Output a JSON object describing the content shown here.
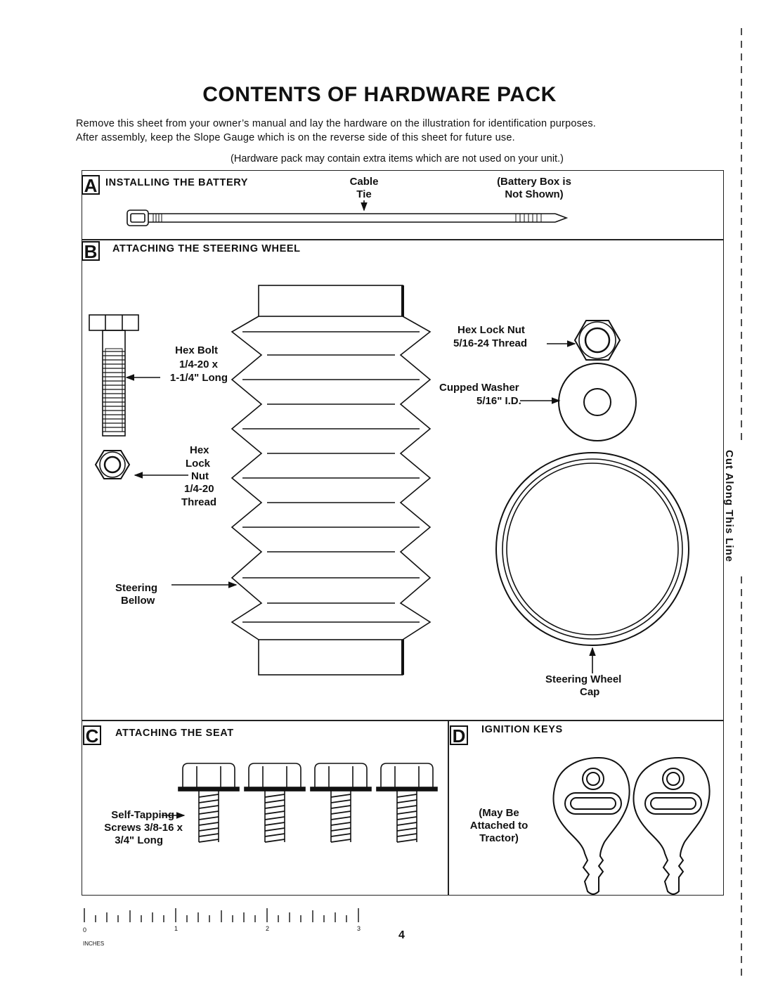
{
  "title": "CONTENTS OF HARDWARE PACK",
  "intro": {
    "line1": "Remove this sheet from your owner’s manual and lay the hardware on the illustration for identification purposes.",
    "line2": "After assembly, keep the Slope Gauge which is on the reverse side of this sheet for future use.",
    "note": "(Hardware pack may contain extra items which are not used on your unit.)"
  },
  "sections": {
    "a": {
      "letter": "A",
      "title": "INSTALLING THE BATTERY",
      "cable_tie": [
        "Cable",
        "Tie"
      ],
      "battery_note": [
        "(Battery Box is",
        "Not Shown)"
      ]
    },
    "b": {
      "letter": "B",
      "title": "ATTACHING THE STEERING WHEEL",
      "hex_bolt": [
        "Hex Bolt",
        "1/4-20 x",
        "1-1/4\" Long"
      ],
      "hex_lock_nut_small": [
        "Hex",
        "Lock",
        "Nut",
        "1/4-20",
        "Thread"
      ],
      "steering_bellow": [
        "Steering",
        "Bellow"
      ],
      "hex_lock_nut_large": [
        "Hex Lock Nut",
        "5/16-24 Thread"
      ],
      "cupped_washer": [
        "Cupped Washer",
        "5/16\" I.D."
      ],
      "steering_wheel_cap": [
        "Steering Wheel",
        "Cap"
      ]
    },
    "c": {
      "letter": "C",
      "title": "ATTACHING THE SEAT",
      "screws": [
        "Self-Tapping",
        "Screws 3/8-16 x",
        "3/4\" Long"
      ]
    },
    "d": {
      "letter": "D",
      "title": "IGNITION KEYS",
      "note": [
        "(May Be",
        "Attached to",
        "Tractor)"
      ]
    }
  },
  "ruler": {
    "unit": "INCHES",
    "labels": [
      "0",
      "1",
      "2",
      "3"
    ]
  },
  "cut_line": "Cut Along This Line",
  "page_number": "4"
}
